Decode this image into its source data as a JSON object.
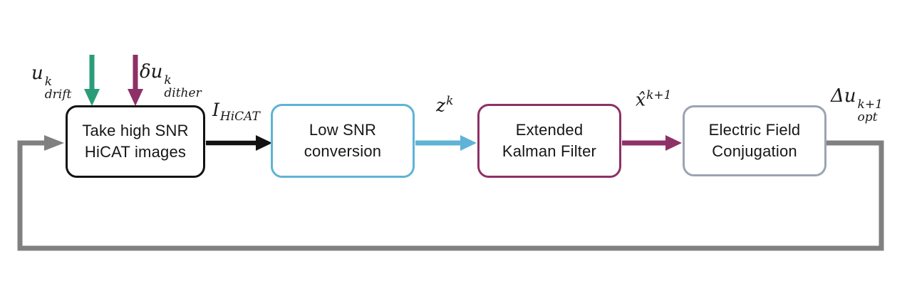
{
  "diagram": {
    "boxes": [
      {
        "line1": "Take high SNR",
        "line2": "HiCAT images"
      },
      {
        "line1": "Low SNR",
        "line2": "conversion"
      },
      {
        "line1": "Extended",
        "line2": "Kalman Filter"
      },
      {
        "line1": "Electric Field",
        "line2": "Conjugation"
      }
    ],
    "labels": {
      "u_drift": {
        "base": "u",
        "sup": "k",
        "sub": "drift"
      },
      "du_dither": {
        "base": "δu",
        "sup": "k",
        "sub": "dither"
      },
      "i_hicat": {
        "base": "I",
        "sub": "HiCAT"
      },
      "z": {
        "base": "z",
        "sup": "k"
      },
      "x_hat": {
        "base": "x̂",
        "sup": "k+1"
      },
      "du_opt": {
        "base": "Δu",
        "sup": "k+1",
        "sub": "opt"
      }
    },
    "colors": {
      "black": "#121212",
      "green": "#2a9d78",
      "magenta": "#8e3166",
      "blue": "#5fb3d6",
      "gray": "#808080",
      "boxgray": "#9ba4b1"
    }
  }
}
